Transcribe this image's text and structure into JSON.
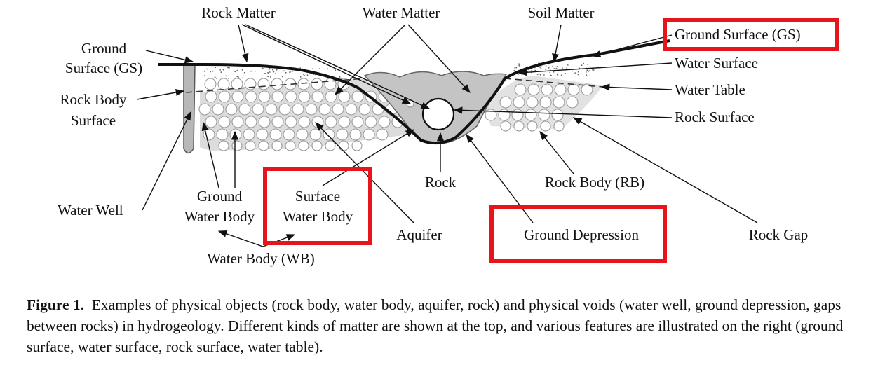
{
  "labels": {
    "rock_matter": "Rock Matter",
    "water_matter": "Water Matter",
    "soil_matter": "Soil Matter",
    "ground_surface_left_1": "Ground",
    "ground_surface_left_2": "Surface (GS)",
    "rock_body_surface_1": "Rock Body",
    "rock_body_surface_2": "Surface",
    "water_well": "Water Well",
    "ground_water_body_1": "Ground",
    "ground_water_body_2": "Water Body",
    "surface_water_body_1": "Surface",
    "surface_water_body_2": "Water Body",
    "water_body": "Water Body (WB)",
    "aquifer": "Aquifer",
    "rock": "Rock",
    "rock_body": "Rock Body (RB)",
    "ground_depression": "Ground Depression",
    "rock_gap": "Rock Gap",
    "ground_surface_right": "Ground Surface (GS)",
    "water_surface": "Water Surface",
    "water_table": "Water Table",
    "rock_surface": "Rock Surface"
  },
  "caption": {
    "figure_label": "Figure 1.",
    "text": "Examples of physical objects (rock body, water body, aquifer, rock) and physical voids (water well, ground depression, gaps between rocks) in hydrogeology. Different kinds of matter are shown at the top, and various features are illustrated on the right (ground surface, water surface, rock surface, water table)."
  },
  "colors": {
    "highlight": "#e8141b",
    "water": "#c8c8c8",
    "rock_fill": "#ffffff",
    "rock_stroke": "#9a9a9a",
    "ink": "#111111"
  }
}
